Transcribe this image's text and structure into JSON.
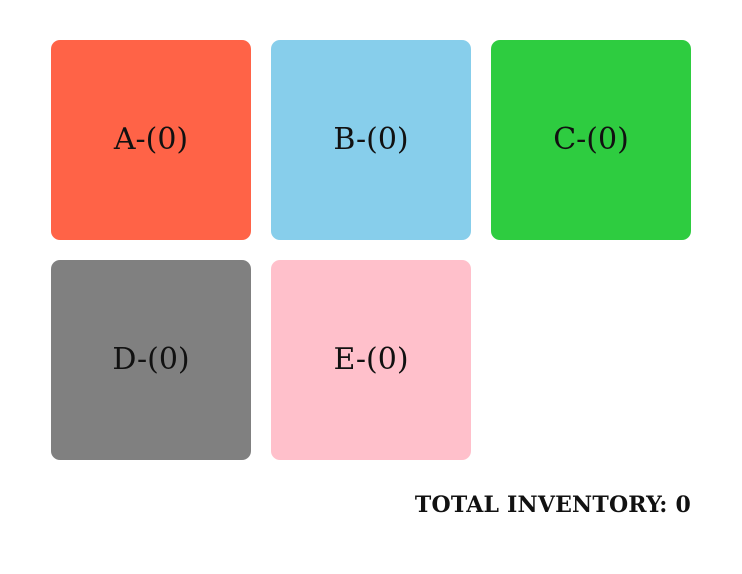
{
  "tiles": [
    {
      "label": "A-(0)",
      "color": "#FF6347"
    },
    {
      "label": "B-(0)",
      "color": "#87CEEB"
    },
    {
      "label": "C-(0)",
      "color": "#2ECC40"
    },
    {
      "label": "D-(0)",
      "color": "#808080"
    },
    {
      "label": "E-(0)",
      "color": "#FFC0CB"
    }
  ],
  "total": {
    "label": "TOTAL INVENTORY: 0"
  }
}
